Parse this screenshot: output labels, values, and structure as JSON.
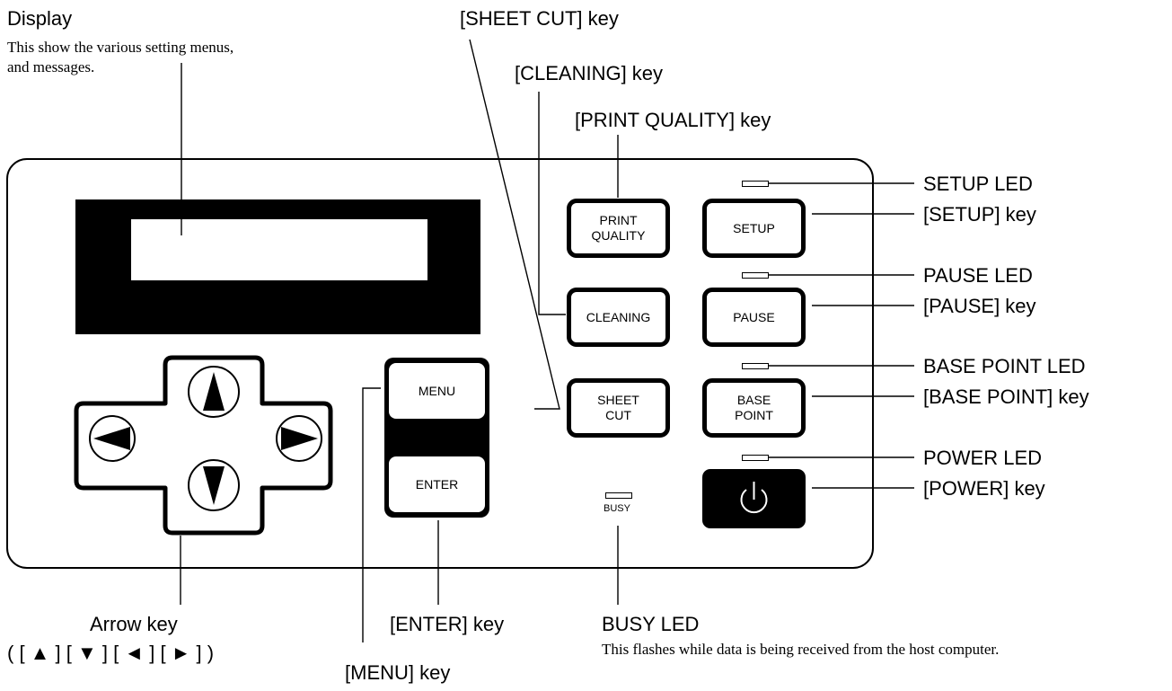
{
  "display": {
    "title": "Display",
    "desc_lines": [
      "This show the various setting menus,",
      "and messages."
    ]
  },
  "callouts": {
    "sheet_cut": "[SHEET CUT] key",
    "cleaning": "[CLEANING] key",
    "print_quality": "[PRINT QUALITY] key",
    "setup_led": "SETUP LED",
    "setup_key": "[SETUP] key",
    "pause_led": "PAUSE LED",
    "pause_key": "[PAUSE] key",
    "base_point_led": "BASE POINT LED",
    "base_point_key": "[BASE POINT] key",
    "power_led": "POWER LED",
    "power_key": "[POWER] key",
    "arrow_key": "Arrow key",
    "arrow_key_seq": "( [ ▲ ]  [ ▼ ]  [ ◄ ]  [ ► ] )",
    "enter_key": "[ENTER] key",
    "menu_key": "[MENU] key",
    "busy_led": "BUSY LED",
    "busy_desc": "This flashes while data is being received from the host computer."
  },
  "buttons": {
    "print_quality": [
      "PRINT",
      "QUALITY"
    ],
    "setup": "SETUP",
    "cleaning": "CLEANING",
    "pause": "PAUSE",
    "sheet_cut": [
      "SHEET",
      "CUT"
    ],
    "base_point": [
      "BASE",
      "POINT"
    ],
    "menu": "MENU",
    "enter": "ENTER",
    "power_icon": "power-icon"
  },
  "busy_label": "BUSY",
  "colors": {
    "ink": "#000000",
    "paper": "#ffffff"
  }
}
